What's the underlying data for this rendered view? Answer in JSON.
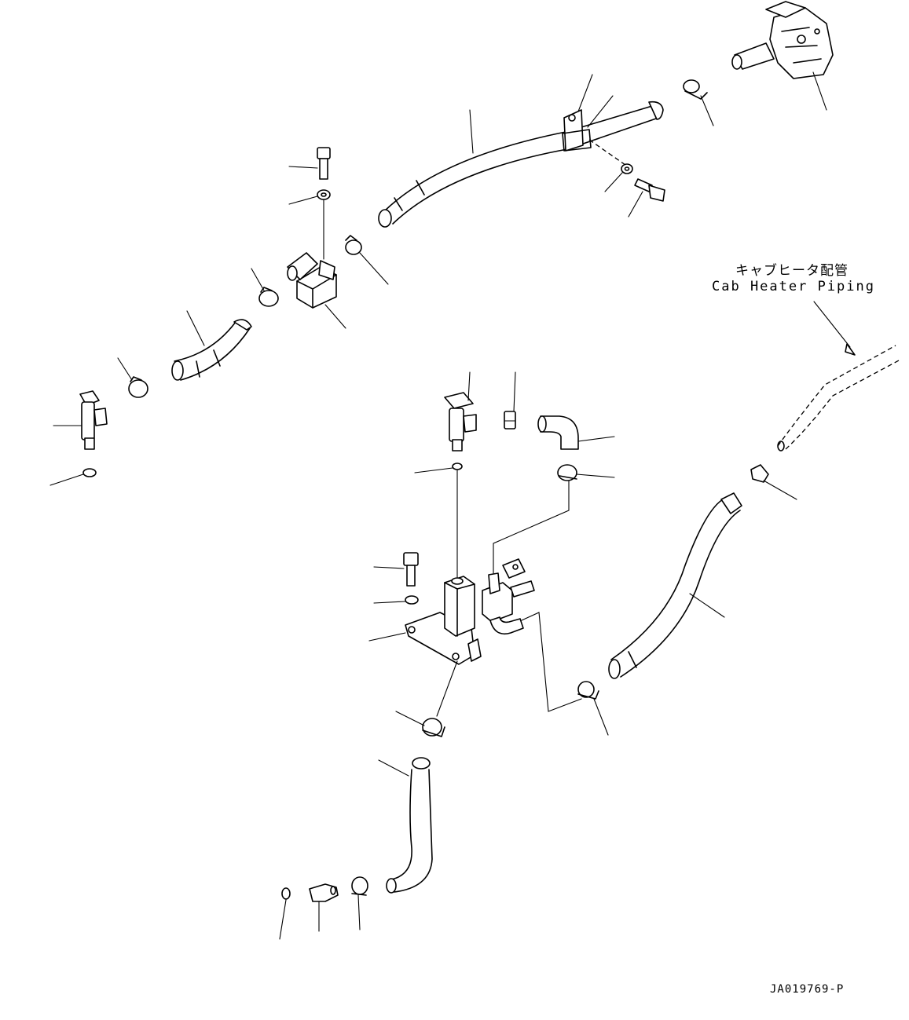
{
  "labels": {
    "callout_jp": "キャブヒータ配管",
    "callout_en": "Cab Heater Piping"
  },
  "document_code": "JA019769-P"
}
